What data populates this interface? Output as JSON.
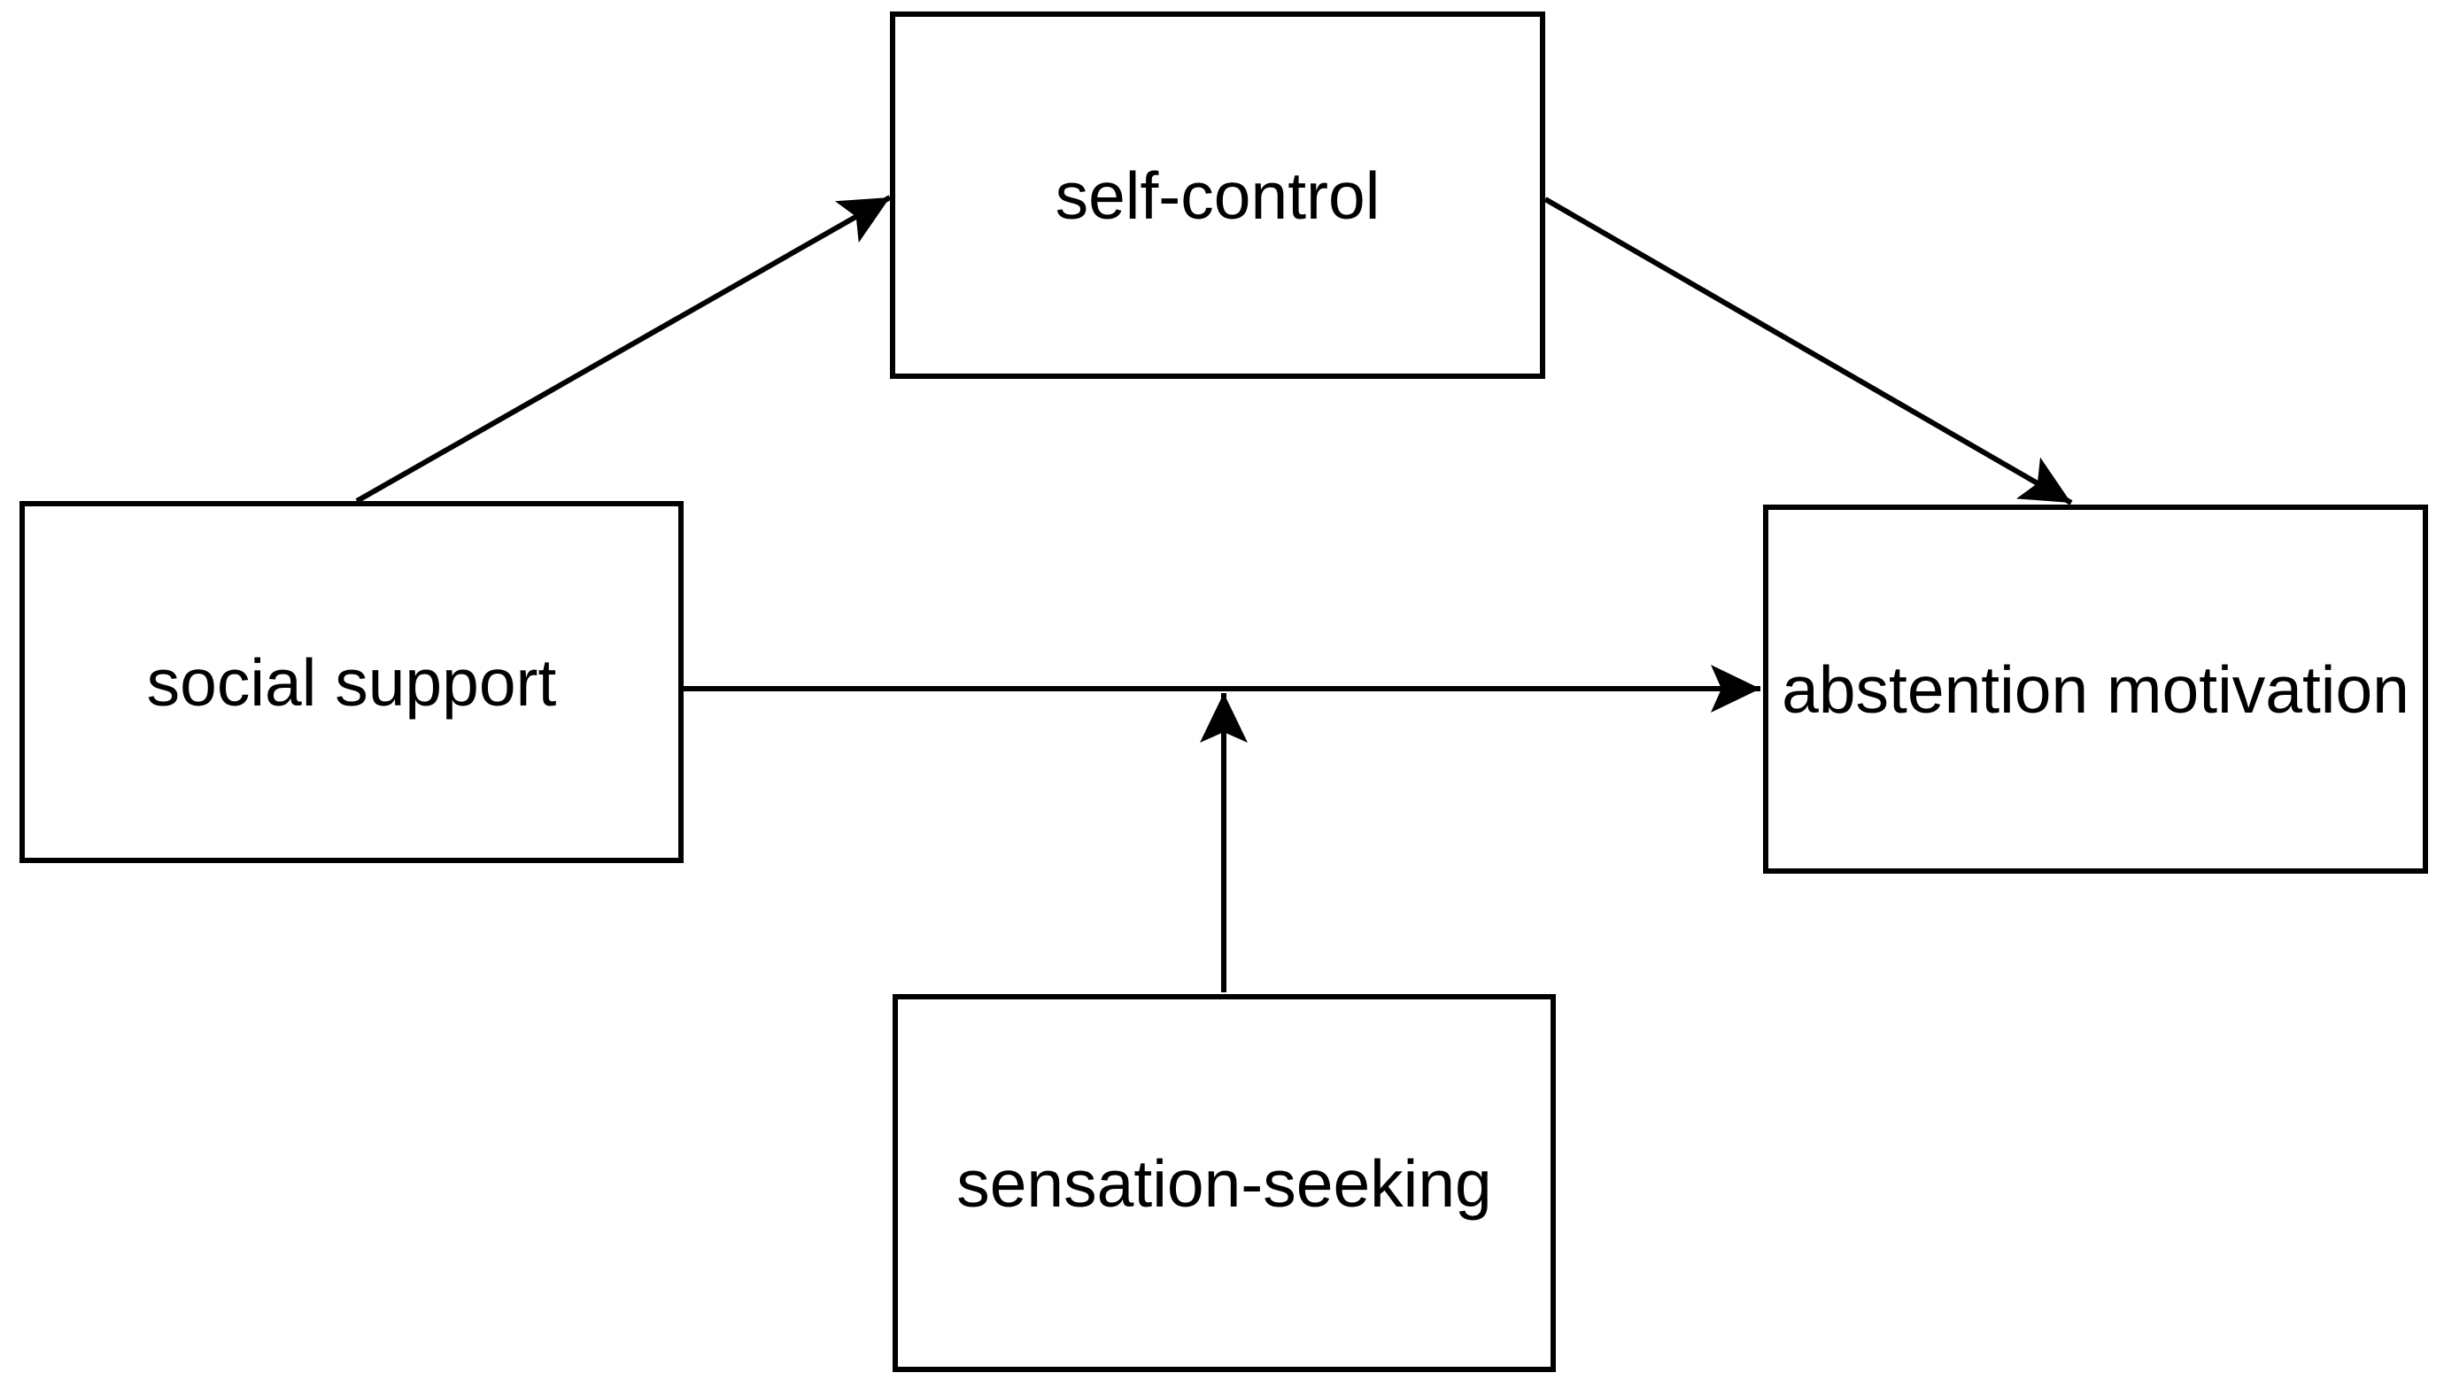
{
  "diagram": {
    "background_color": "#ffffff",
    "stroke_color": "#000000",
    "text_color": "#000000",
    "nodes": [
      {
        "id": "self-control",
        "label": "self-control"
      },
      {
        "id": "social-support",
        "label": "social support"
      },
      {
        "id": "abstention-motivation",
        "label": "abstention motivation"
      },
      {
        "id": "sensation-seeking",
        "label": "sensation-seeking"
      }
    ],
    "edges": [
      {
        "from": "social support",
        "to": "self-control",
        "style": "arrow"
      },
      {
        "from": "self-control",
        "to": "abstention motivation",
        "style": "arrow"
      },
      {
        "from": "social support",
        "to": "abstention motivation",
        "style": "arrow"
      },
      {
        "from": "sensation-seeking",
        "to": "edge: social support → abstention motivation",
        "style": "arrow"
      }
    ]
  }
}
